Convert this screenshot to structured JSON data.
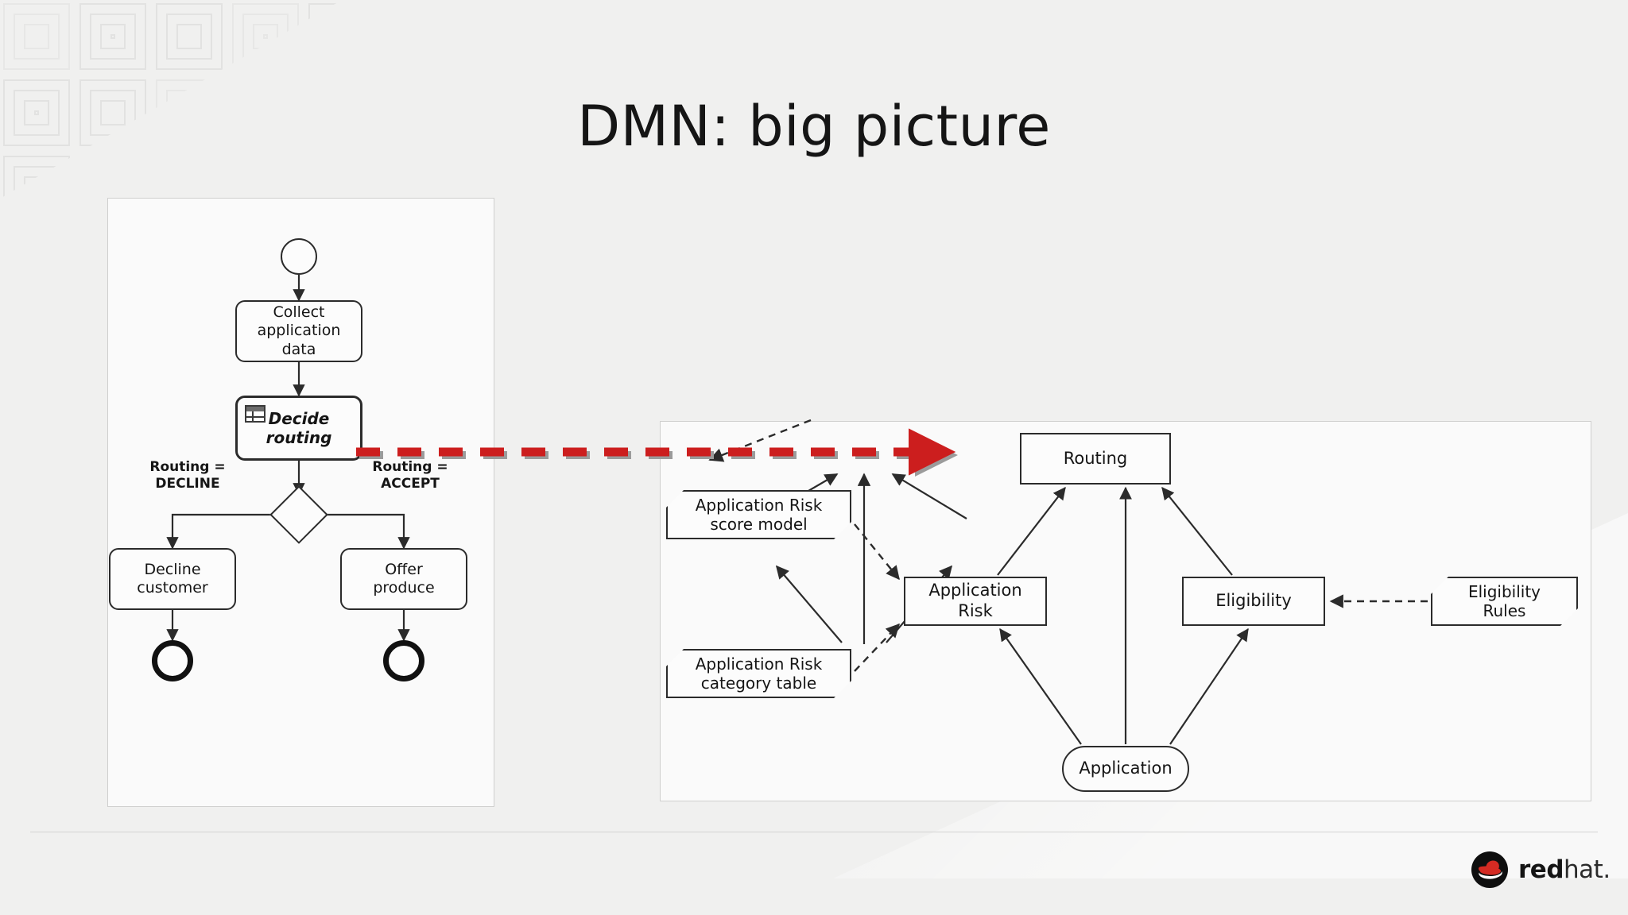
{
  "slide": {
    "title": "DMN: big picture",
    "background_color": "#f0f0ef",
    "accent_color": "#cc1e1e"
  },
  "footer": {
    "logo_name": "redhat-logo",
    "brand_bold": "red",
    "brand_light": "hat",
    "brand_dot": "."
  },
  "bpmn_diagram": {
    "name": "loan-application-process",
    "start_event": {
      "label": ""
    },
    "tasks": [
      {
        "id": "collect",
        "label": "Collect\napplication data",
        "line1": "Collect",
        "line2": "application data",
        "type": "user-task"
      },
      {
        "id": "decide",
        "label": "Decide\nrouting",
        "line1": "Decide",
        "line2": "routing",
        "type": "business-rule-task",
        "icon": "decision-table-icon"
      },
      {
        "id": "decline",
        "label": "Decline\ncustomer",
        "line1": "Decline",
        "line2": "customer",
        "type": "task"
      },
      {
        "id": "offer",
        "label": "Offer\nproduce",
        "line1": "Offer",
        "line2": "produce",
        "type": "task"
      }
    ],
    "gateway": {
      "type": "exclusive-gateway"
    },
    "flow_labels": [
      {
        "id": "decline-flow",
        "line1": "Routing =",
        "line2": "DECLINE"
      },
      {
        "id": "accept-flow",
        "line1": "Routing =",
        "line2": "ACCEPT"
      }
    ],
    "end_events": [
      {
        "id": "end-decline"
      },
      {
        "id": "end-accept"
      }
    ]
  },
  "dmn_diagram": {
    "name": "routing-decision-requirements-diagram",
    "decisions": [
      {
        "id": "routing",
        "label": "Routing"
      },
      {
        "id": "application-risk",
        "label": "Application Risk"
      },
      {
        "id": "eligibility",
        "label": "Eligibility"
      }
    ],
    "business_knowledge_models": [
      {
        "id": "risk-score-model",
        "line1": "Application Risk",
        "line2": "score model",
        "label": "Application Risk score model"
      },
      {
        "id": "risk-category-table",
        "line1": "Application Risk",
        "line2": "category table",
        "label": "Application Risk category table"
      },
      {
        "id": "eligibility-rules",
        "line1": "Eligibility",
        "line2": "Rules",
        "label": "Eligibility Rules"
      }
    ],
    "input_data": [
      {
        "id": "application",
        "label": "Application"
      }
    ]
  },
  "link_arrow": {
    "name": "decide-routing-to-routing-link",
    "style": "dashed",
    "color": "#cc1e1e"
  }
}
